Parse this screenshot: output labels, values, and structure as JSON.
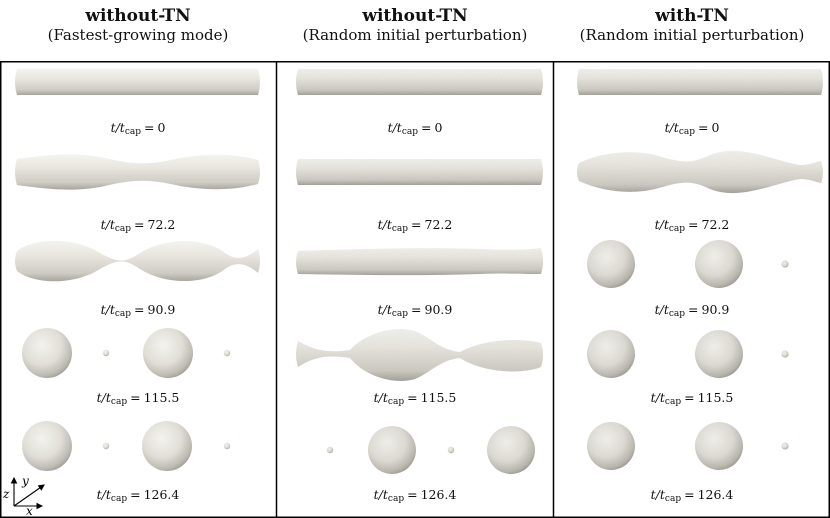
{
  "columns": [
    {
      "title": "without-TN",
      "subtitle": "(Fastest-growing mode)",
      "snapshots": [
        {
          "time": "0",
          "shape": "cylinder"
        },
        {
          "time": "72.2",
          "shape": "wavy-cylinder"
        },
        {
          "time": "90.9",
          "shape": "necking-thread"
        },
        {
          "time": "115.5",
          "shape": "drops"
        },
        {
          "time": "126.4",
          "shape": "drops"
        }
      ]
    },
    {
      "title": "without-TN",
      "subtitle": "(Random initial perturbation)",
      "snapshots": [
        {
          "time": "0",
          "shape": "cylinder"
        },
        {
          "time": "72.2",
          "shape": "cylinder"
        },
        {
          "time": "90.9",
          "shape": "slightly-wavy-cylinder"
        },
        {
          "time": "115.5",
          "shape": "necking-thread"
        },
        {
          "time": "126.4",
          "shape": "drops"
        }
      ]
    },
    {
      "title": "with-TN",
      "subtitle": "(Random initial perturbation)",
      "snapshots": [
        {
          "time": "0",
          "shape": "cylinder"
        },
        {
          "time": "72.2",
          "shape": "wavy-cylinder"
        },
        {
          "time": "90.9",
          "shape": "drops"
        },
        {
          "time": "115.5",
          "shape": "drops"
        },
        {
          "time": "126.4",
          "shape": "drops"
        }
      ]
    }
  ],
  "time_label": {
    "var": "t",
    "sub_var": "t",
    "sub": "cap",
    "equals": "="
  },
  "axes_triad": {
    "x": "x",
    "y": "y",
    "z": "z"
  },
  "colors": {
    "surface": "#e6e4dd",
    "frame": "#000000",
    "shadow": "#8f8c86"
  }
}
